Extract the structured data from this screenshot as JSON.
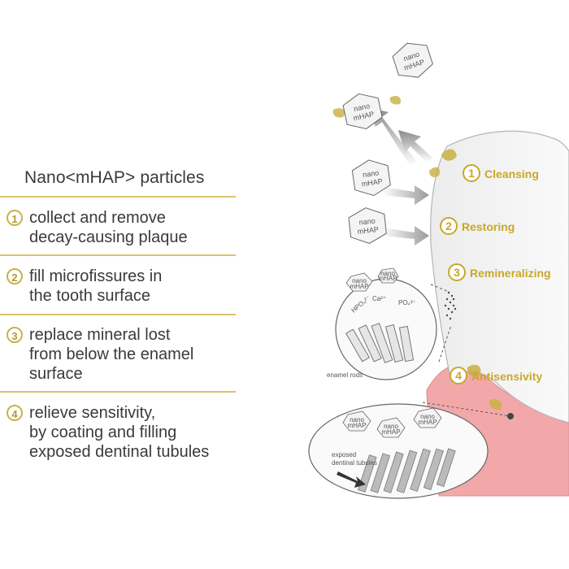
{
  "heading": "Nano<mHAP> particles",
  "items": [
    {
      "num": "1",
      "text": "collect and remove\ndecay-causing plaque"
    },
    {
      "num": "2",
      "text": "fill microfissures in\nthe tooth surface"
    },
    {
      "num": "3",
      "text": "replace mineral lost\nfrom below the enamel\nsurface"
    },
    {
      "num": "4",
      "text": "relieve sensitivity,\nby coating and filling\nexposed dentinal tubules"
    }
  ],
  "diagram": {
    "particle_top": "nano",
    "particle_bottom": "mHAP",
    "steps": [
      {
        "num": "1",
        "label": "Cleansing"
      },
      {
        "num": "2",
        "label": "Restoring"
      },
      {
        "num": "3",
        "label": "Remineralizing"
      },
      {
        "num": "4",
        "label": "Antisensivity"
      }
    ],
    "ions": {
      "hpo": "HPO₄²⁻",
      "ca": "Ca²⁺",
      "po": "PO₄³⁻"
    },
    "enamel_rods": "enamel rods",
    "exposed_line1": "exposed",
    "exposed_line2": "dentinal tubules"
  },
  "colors": {
    "gold": "#c9a72a",
    "gum": "#f2a8a8",
    "plaque": "#c8b040"
  }
}
